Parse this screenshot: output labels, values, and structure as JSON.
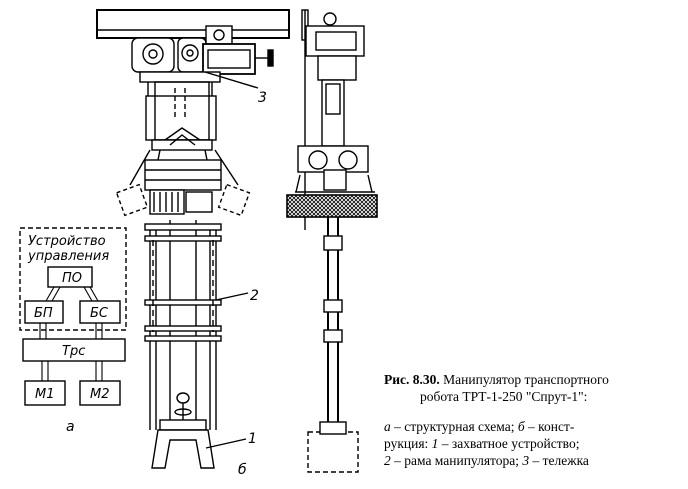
{
  "caption": {
    "figure_label": "Рис. 8.30.",
    "title_line1": "Манипулятор транспортного",
    "title_line2": "робота ТРТ-1-250 \"Спрут-1\":",
    "line1_a": "а",
    "line1_a_text": " – структурная схема;  ",
    "line1_b": "б",
    "line1_b_text": " – конст-",
    "line2_text": "рукция: ",
    "line2_num": "1",
    "line2_rest": " – захватное устройство;",
    "line3_num": "2",
    "line3_mid": " – рама манипулятора; ",
    "line3_num2": "3",
    "line3_rest": " – тележка"
  },
  "block_diagram": {
    "group_title_line1": "Устройство",
    "group_title_line2": "управления",
    "block_po": "ПО",
    "block_bp": "БП",
    "block_bs": "БС",
    "block_trs": "Трс",
    "block_m1": "М1",
    "block_m2": "М2",
    "sublabel": "а"
  },
  "construction": {
    "callout_1": "1",
    "callout_2": "2",
    "callout_3": "3",
    "sublabel": "б"
  }
}
